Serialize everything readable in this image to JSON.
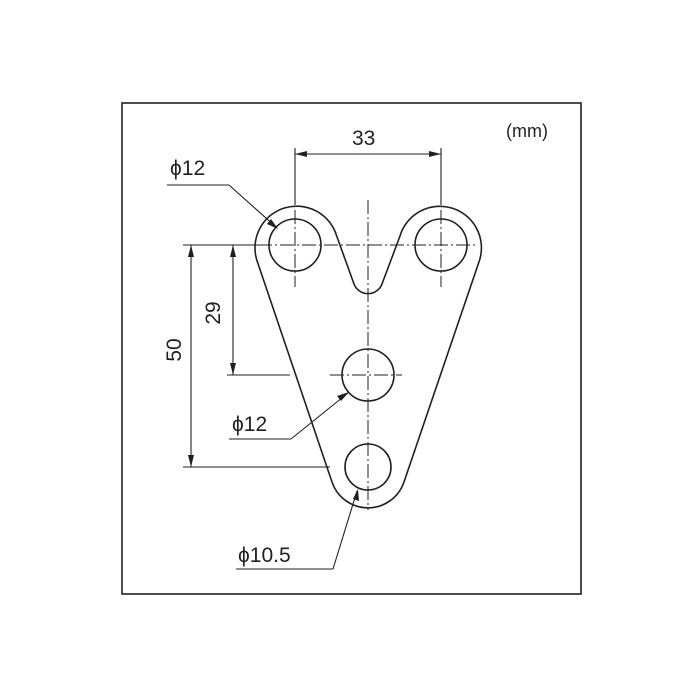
{
  "drawing": {
    "units": "(mm)",
    "dimensions": {
      "hole_spacing_horizontal": "33",
      "center_hole_offset": "29",
      "bottom_hole_offset": "50"
    },
    "callouts": {
      "top_left_hole_diameter": "ϕ12",
      "center_hole_diameter": "ϕ12",
      "bottom_hole_diameter": "ϕ10.5"
    }
  }
}
